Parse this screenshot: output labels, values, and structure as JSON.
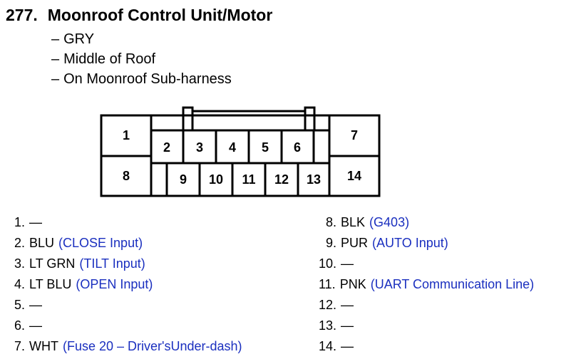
{
  "header": {
    "number": "277.",
    "title": "Moonroof Control Unit/Motor"
  },
  "details": [
    "GRY",
    "Middle of Roof",
    "On Moonroof Sub-harness"
  ],
  "dash": "–",
  "connector": {
    "pins": [
      "1",
      "2",
      "3",
      "4",
      "5",
      "6",
      "7",
      "8",
      "9",
      "10",
      "11",
      "12",
      "13",
      "14"
    ]
  },
  "info_color": "#1a2fbf",
  "legend_left": [
    {
      "num": "1.",
      "wire": "—",
      "info": ""
    },
    {
      "num": "2.",
      "wire": "BLU",
      "info": "(CLOSE Input)"
    },
    {
      "num": "3.",
      "wire": "LT GRN",
      "info": "(TILT Input)"
    },
    {
      "num": "4.",
      "wire": "LT BLU",
      "info": "(OPEN Input)"
    },
    {
      "num": "5.",
      "wire": "—",
      "info": ""
    },
    {
      "num": "6.",
      "wire": "—",
      "info": ""
    },
    {
      "num": "7.",
      "wire": "WHT",
      "info": "(Fuse 20 – Driver'sUnder-dash)"
    }
  ],
  "legend_right": [
    {
      "num": "8.",
      "wire": "BLK",
      "info": "(G403)"
    },
    {
      "num": "9.",
      "wire": "PUR",
      "info": "(AUTO Input)"
    },
    {
      "num": "10.",
      "wire": "—",
      "info": ""
    },
    {
      "num": "11.",
      "wire": "PNK",
      "info": "(UART Communication Line)"
    },
    {
      "num": "12.",
      "wire": "—",
      "info": ""
    },
    {
      "num": "13.",
      "wire": "—",
      "info": ""
    },
    {
      "num": "14.",
      "wire": "—",
      "info": ""
    }
  ]
}
